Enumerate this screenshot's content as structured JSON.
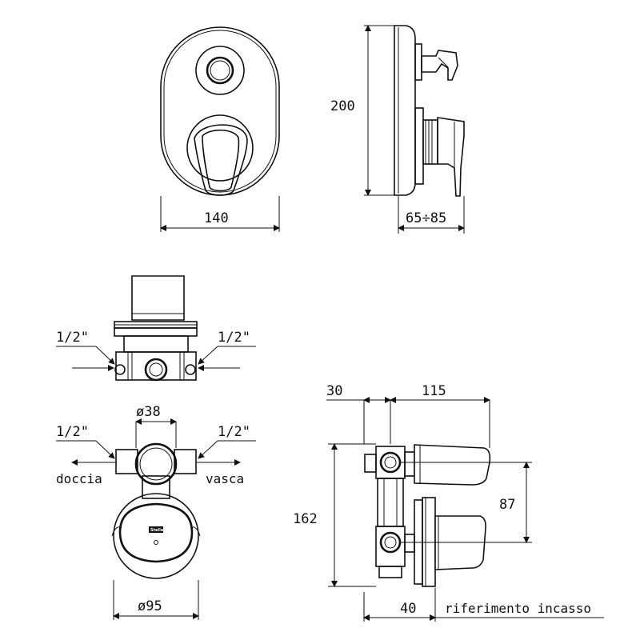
{
  "dimensions": {
    "front_width": "140",
    "side_height": "200",
    "side_depth": "65÷85",
    "connection_top_left": "1/2\"",
    "connection_top_right": "1/2\"",
    "connection_bottom_left": "1/2\"",
    "connection_bottom_right": "1/2\"",
    "body_diameter": "ø38",
    "plate_diameter": "ø95",
    "section_offset": "30",
    "section_length": "115",
    "section_height": "162",
    "section_spacing": "87",
    "section_depth": "40"
  },
  "labels": {
    "outlet_left": "doccia",
    "outlet_right": "vasca",
    "reference": "riferimento  incasso",
    "brand": "Stella"
  }
}
